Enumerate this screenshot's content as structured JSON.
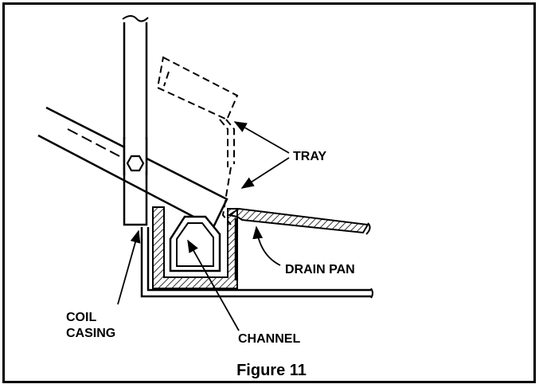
{
  "labels": {
    "tray": "TRAY",
    "drain_pan": "DRAIN PAN",
    "coil_line1": "COIL",
    "coil_line2": "CASING",
    "channel": "CHANNEL"
  },
  "caption": "Figure 11",
  "colors": {
    "ink": "#000000",
    "background": "#ffffff"
  }
}
